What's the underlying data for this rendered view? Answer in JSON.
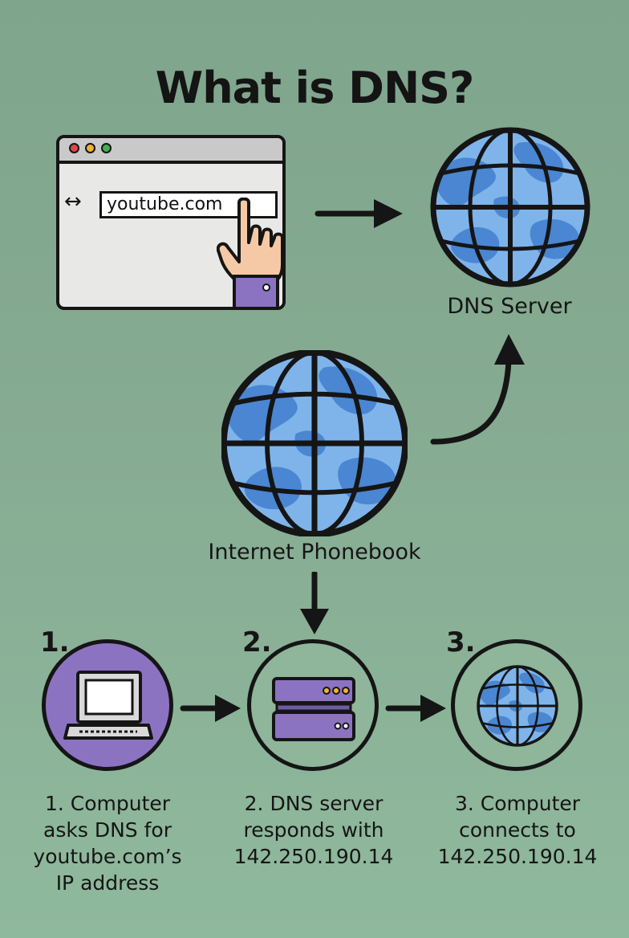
{
  "title": "What is DNS?",
  "browser": {
    "url": "youtube.com",
    "resize_symbol": "↔",
    "window_dots": [
      "#e0454a",
      "#f2b233",
      "#3fb24f"
    ]
  },
  "nodes": {
    "dns_server_label": "DNS Server",
    "phonebook_label": "Internet Phonebook"
  },
  "steps": [
    {
      "number": "1.",
      "icon": "laptop-icon",
      "caption": [
        "1. Computer",
        "asks DNS for",
        "youtube.com’s",
        "IP address"
      ]
    },
    {
      "number": "2.",
      "icon": "server-icon",
      "caption": [
        "2. DNS server",
        "responds with",
        "142.250.190.14"
      ]
    },
    {
      "number": "3.",
      "icon": "globe-icon",
      "caption": [
        "3. Computer",
        "connects to",
        "142.250.190.14"
      ]
    }
  ],
  "colors": {
    "background": "#84aa90",
    "globe_ocean": "#7fb4ea",
    "globe_land": "#4a86d2",
    "purple": "#8c73c2",
    "outline": "#151515"
  }
}
